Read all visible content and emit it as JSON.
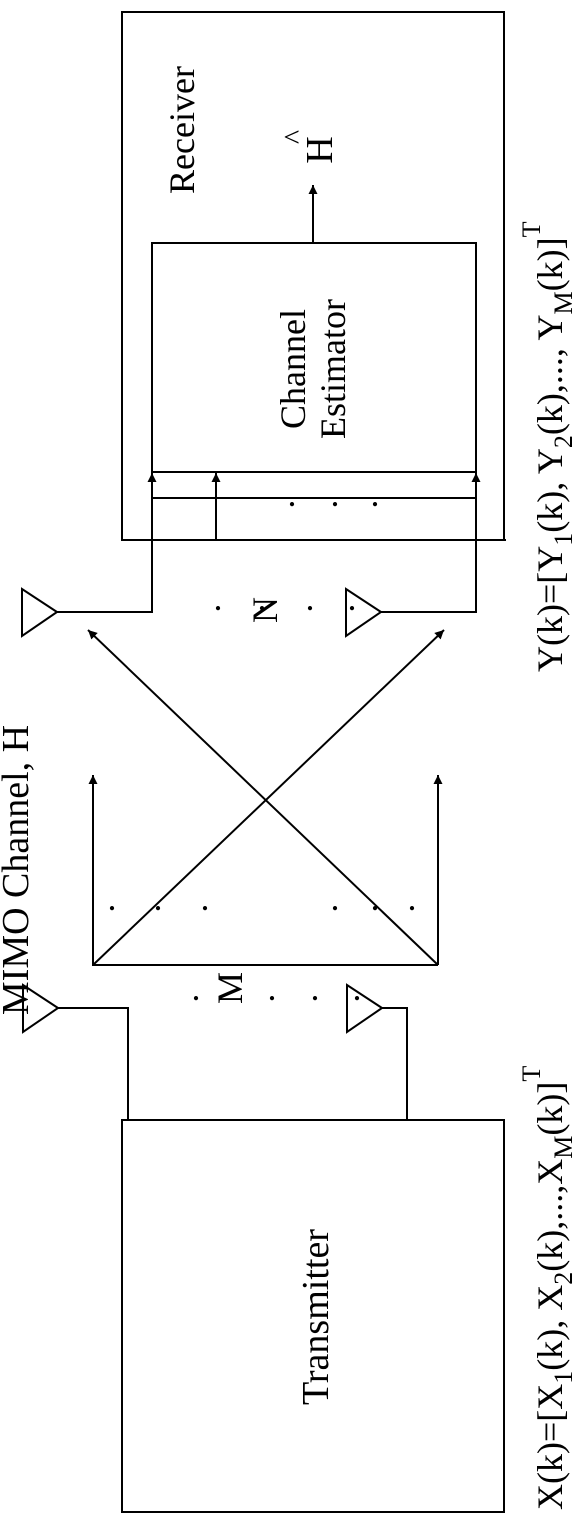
{
  "blocks": {
    "transmitter": "Transmitter",
    "receiver": "Receiver",
    "estimator_line1": "Channel",
    "estimator_line2": "Estimator"
  },
  "labels": {
    "channel": "MIMO Channel, H",
    "tx_count": "M",
    "rx_count": "N",
    "estimate_symbol": "H",
    "estimate_hat": "^",
    "dot": "."
  },
  "equations": {
    "x": {
      "lhs": "X(k)=[X",
      "s1": "1",
      "t1": "(k), X",
      "s2": "2",
      "t2": "(k),...,X",
      "s3": "M",
      "t3": "(k)]",
      "sup": "T"
    },
    "y": {
      "lhs": "Y(k)=[Y",
      "s1": "1",
      "t1": "(k), Y",
      "s2": "2",
      "t2": "(k),..., Y",
      "s3": "M",
      "t3": "(k)]",
      "sup": "T"
    }
  }
}
